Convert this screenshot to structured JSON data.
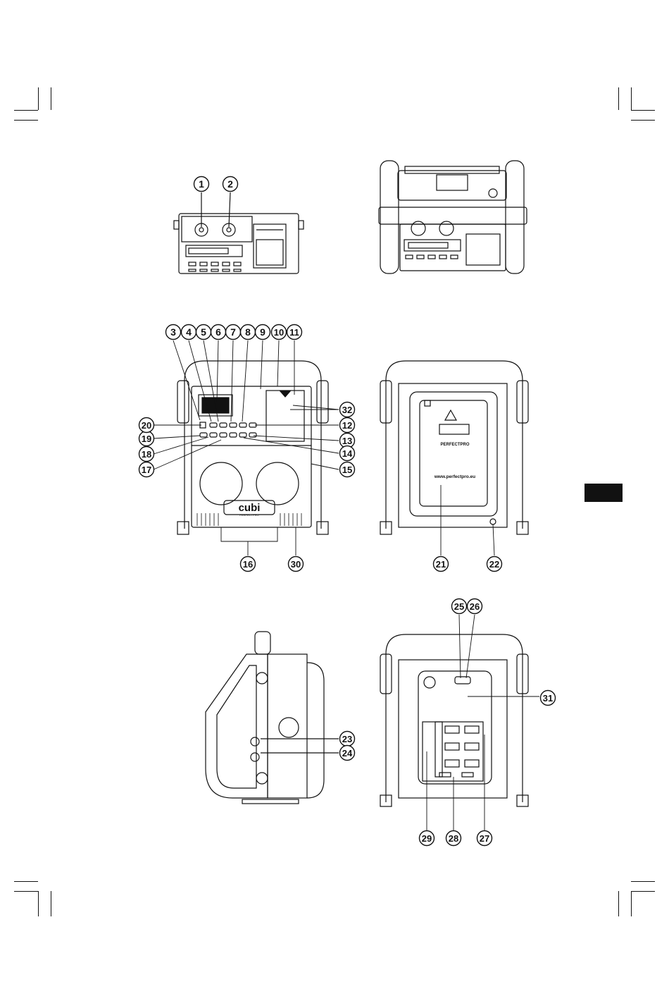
{
  "callouts": [
    {
      "n": "1"
    },
    {
      "n": "2"
    },
    {
      "n": "3"
    },
    {
      "n": "4"
    },
    {
      "n": "5"
    },
    {
      "n": "6"
    },
    {
      "n": "7"
    },
    {
      "n": "8"
    },
    {
      "n": "9"
    },
    {
      "n": "10"
    },
    {
      "n": "11"
    },
    {
      "n": "12"
    },
    {
      "n": "13"
    },
    {
      "n": "14"
    },
    {
      "n": "15"
    },
    {
      "n": "16"
    },
    {
      "n": "17"
    },
    {
      "n": "18"
    },
    {
      "n": "19"
    },
    {
      "n": "20"
    },
    {
      "n": "21"
    },
    {
      "n": "22"
    },
    {
      "n": "23"
    },
    {
      "n": "24"
    },
    {
      "n": "25"
    },
    {
      "n": "26"
    },
    {
      "n": "27"
    },
    {
      "n": "28"
    },
    {
      "n": "29"
    },
    {
      "n": "30"
    },
    {
      "n": "31"
    },
    {
      "n": "32"
    }
  ],
  "device_text": {
    "brand": "cubi",
    "sub_brand": "PERFECTPRO",
    "label_brand": "PERFECTPRO",
    "website": "www.perfectpro.eu"
  },
  "colors": {
    "ink": "#111111",
    "paper": "#ffffff",
    "tab": "#111111"
  }
}
